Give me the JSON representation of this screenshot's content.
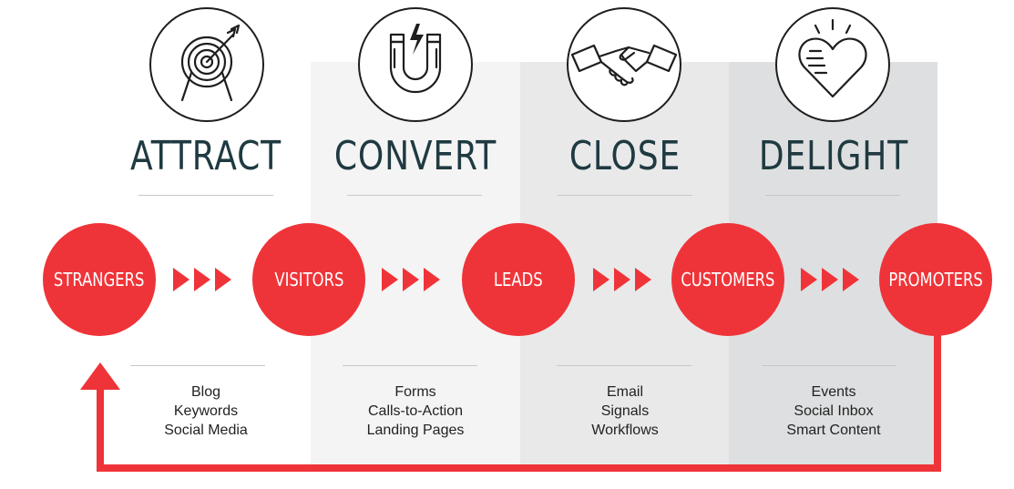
{
  "stages": [
    {
      "title": "ATTRACT",
      "icon": "target-icon",
      "circle": "STRANGERS",
      "tools": [
        "Blog",
        "Keywords",
        "Social Media"
      ]
    },
    {
      "title": "CONVERT",
      "icon": "magnet-icon",
      "circle": "VISITORS",
      "tools": [
        "Forms",
        "Calls-to-Action",
        "Landing Pages"
      ]
    },
    {
      "title": "CLOSE",
      "icon": "handshake-icon",
      "circle": "LEADS",
      "tools": [
        "Email",
        "Signals",
        "Workflows"
      ]
    },
    {
      "title": "DELIGHT",
      "icon": "heart-icon",
      "circle": "CUSTOMERS",
      "tools": [
        "Events",
        "Social Inbox",
        "Smart Content"
      ]
    }
  ],
  "final_circle": "PROMOTERS",
  "colors": {
    "accent": "#ef3439",
    "title": "#1f3a41",
    "panel_1": "#f4f4f4",
    "panel_2": "#e9e9ea",
    "panel_3": "#dedfe0"
  }
}
